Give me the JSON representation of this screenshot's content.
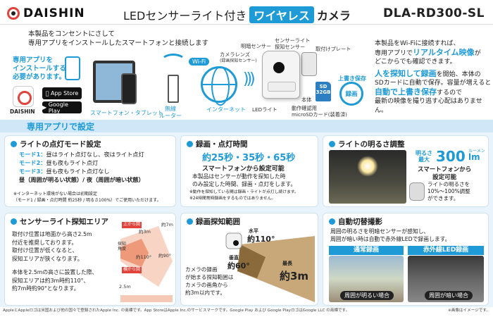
{
  "brand": "DAISHIN",
  "header": {
    "title_pre": "LEDセンサーライト付き",
    "title_highlight": "ワイヤレス",
    "title_post": "カメラ",
    "model": "DLA-RD300-SL"
  },
  "intro": [
    "本製品をコンセントにさして",
    "専用アプリをインストールしたスマートフォンと接続します"
  ],
  "app_promo": {
    "text": [
      "専用アプリを",
      "インストールする",
      "必要があります。"
    ],
    "app_store": "App Store",
    "google_play": "Google Play",
    "logo_label": "DAISHIN"
  },
  "diagram": {
    "devices_label": "スマートフォン・タブレット",
    "wifi": "Wi-Fi",
    "router_label": [
      "無線",
      "ルーター"
    ],
    "internet_label": "インターネット"
  },
  "camera_labels": {
    "lens": [
      "カメラレンズ",
      "(録画探知センサー)"
    ],
    "brightness_sensor": "明暗センサー",
    "light_sensor": [
      "センサーライト",
      "探知センサー"
    ],
    "mount_plate": "取付けプレート",
    "body": "本体",
    "led": "LEDライト",
    "sd": [
      "動作確認用",
      "microSDカード(装着済)"
    ],
    "overwrite": "上書き保存",
    "record": "録画",
    "sd_icon": [
      "SD",
      "32GB"
    ]
  },
  "right_text": {
    "l1": "本製品をWi-Fiに接続すれば、",
    "l2_pre": "専用アプリで",
    "l2_hl": "リアルタイム映像",
    "l2_post": "が",
    "l3": "どこからでも確認できます。",
    "l4_hl": "人を探知して録画",
    "l4_post": "を開始、本体の",
    "l5": "SDカードに自動で保存。容量が増えると",
    "l6_hl": "自動で上書き保存",
    "l6_post": "するので",
    "l7": "最新の映像を撮り逃す心配はありません。"
  },
  "settings_title": "専用アプリで設定",
  "panels": {
    "light_mode": {
      "title": "ライトの点灯モード設定",
      "modes": [
        {
          "name": "モード1：",
          "desc": "昼はライト点灯なし、夜はライト点灯"
        },
        {
          "name": "モード2：",
          "desc": "昼も夜もライト点灯"
        },
        {
          "name": "モード3：",
          "desc": "昼も夜もライト点灯なし"
        }
      ],
      "daynight": "昼（周囲が明るい状態）/ 夜（周囲が暗い状態）",
      "note1": "※インターネット環境がない場合は初期設定",
      "note2": "（モード1 / 録画・点灯時間 約25秒 / 明るさ100%）でご使用いただけます。"
    },
    "duration": {
      "title": "録画・点灯時間",
      "values": "約25秒・35秒・65秒",
      "sub": "スマートフォンから設定可能",
      "desc1": "本製品はセンサーが動作を探知した時",
      "desc2": "のみ設定した時間、録画・点灯をします。",
      "note1": "※動作を探知している間は録画・ライトが点灯し続けます。",
      "note2": "※24時間常時録画をするものではありません。"
    },
    "brightness": {
      "title": "ライトの明るさ調整",
      "max_label": "明るさ最大",
      "max_value": "300",
      "unit": "lm",
      "unit_reading": "ルーメン",
      "sub": [
        "スマートフォンから",
        "設定可能"
      ],
      "range": [
        "ライトの明るさを",
        "10%〜100%調整",
        "ができます。"
      ]
    },
    "sensor_area": {
      "title": "センサーライト探知エリア",
      "lines": [
        "取付け位置は地面から高さ2.5m",
        "付近を推奨しております。",
        "取付け位置が低くなると、",
        "探知エリアが狭くなります。",
        "",
        "本体を2.5mの高さに設置した際、",
        "探知エリアは約3m時約110°、",
        "約7m時約90°となります。"
      ],
      "diagram": {
        "top_view": "上から図",
        "side_view": "横から図",
        "d3": "約3m",
        "d7": "約7m",
        "a110": "約110°",
        "a90": "約90°",
        "angle_label": "探知角度",
        "height": "2.5m"
      }
    },
    "record_range": {
      "title": "録画探知範囲",
      "horizontal_label": "水平",
      "horizontal": "約110°",
      "vertical_label": "垂直",
      "vertical": "約60°",
      "max_label": "最長",
      "max": "約3m",
      "desc": [
        "カメラの録画",
        "が始まる探知範囲は",
        "カメラの画角から",
        "約3m以内です。"
      ]
    },
    "auto_switch": {
      "title": "自動切替撮影",
      "desc1": "周囲の明るさを明暗センサーが感知し、",
      "desc2": "周囲が暗い時は自動で赤外線LEDで録画します。",
      "normal": "通常録画",
      "ir": "赤外線LED録画",
      "bright_case": "周囲が明るい場合",
      "dark_case": "周囲が暗い場合"
    }
  },
  "footer": {
    "left": "AppleとAppleロゴは米国および他の国々で登録されたApple Inc. の商標です。App StoreはApple Inc.のサービスマークです。Google Play および Google PlayロゴはGoogle LLC の商標です。",
    "right": "※画像はイメージです。"
  }
}
